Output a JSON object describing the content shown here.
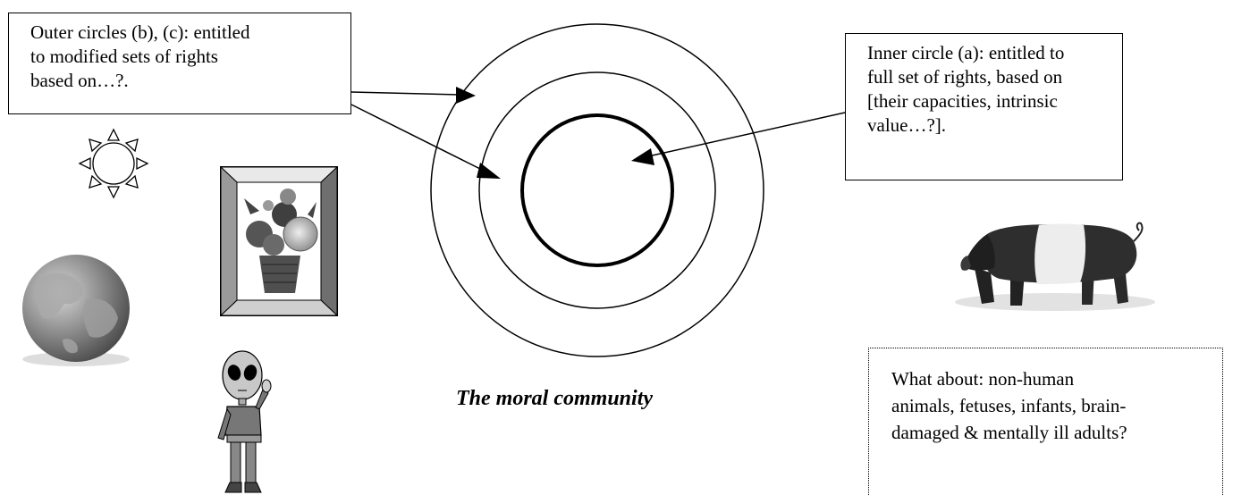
{
  "outer_label": {
    "lines": [
      "Outer circles (b), (c): entitled",
      "to modified sets of rights",
      "based on…?."
    ]
  },
  "inner_label": {
    "lines": [
      "Inner circle (a): entitled to",
      "full set of rights, based on",
      "[their capacities, intrinsic",
      "value…?]."
    ]
  },
  "question": {
    "lines": [
      "What about: non-human",
      "animals, fetuses, infants, brain-",
      "damaged & mentally ill adults?"
    ]
  },
  "caption": "The moral community",
  "icons": [
    "sun-icon",
    "earth-globe-icon",
    "framed-flower-painting-icon",
    "alien-waving-icon",
    "pig-icon"
  ],
  "colors": {
    "stroke": "#000000",
    "background": "#ffffff"
  }
}
